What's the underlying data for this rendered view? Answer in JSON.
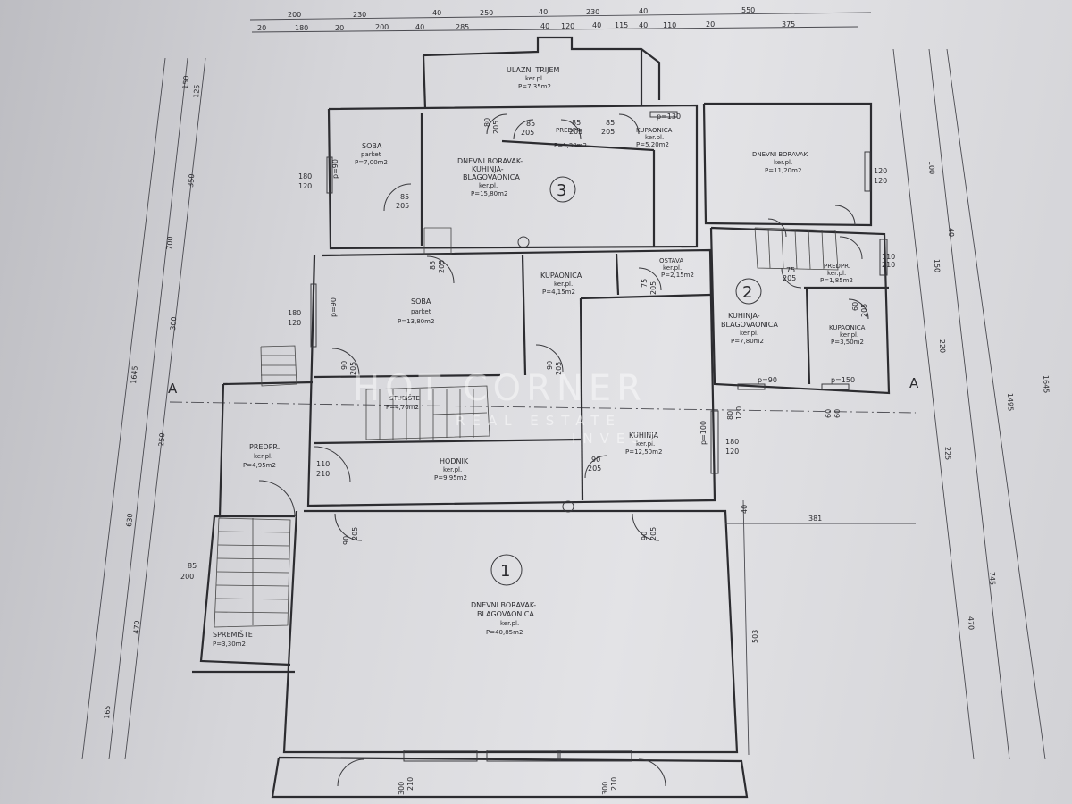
{
  "plan": {
    "section_marker": "A",
    "units": [
      "1",
      "2",
      "3"
    ],
    "watermark": {
      "brand": "HOT CORNER",
      "tagline": "REAL ESTATE",
      "sub": "INVEST"
    }
  },
  "rooms": {
    "ulazni_trijem": {
      "name": "ULAZNI TRIJEM",
      "floor": "ker.pl.",
      "area": "P=7,35m2"
    },
    "soba_top": {
      "name": "SOBA",
      "floor": "parket",
      "area": "P=7,00m2"
    },
    "dnevni_3": {
      "name": "DNEVNI BORAVAK-",
      "name2": "KUHINJA-",
      "name3": "BLAGOVAONICA",
      "floor": "ker.pl.",
      "area": "P=15,80m2"
    },
    "predpr_3": {
      "name": "PREDPR.",
      "area": "P=1,30m2"
    },
    "kupaonica_3": {
      "name": "KUPAONICA",
      "floor": "ker.pl.",
      "area": "P=5,20m2"
    },
    "dnevni_2": {
      "name": "DNEVNI BORAVAK",
      "floor": "ker.pl.",
      "area": "P=11,20m2"
    },
    "soba_mid": {
      "name": "SOBA",
      "floor": "parket",
      "area": "P=13,80m2"
    },
    "kupaonica_mid": {
      "name": "KUPAONICA",
      "floor": "ker.pl.",
      "area": "P=4,15m2"
    },
    "ostava": {
      "name": "OSTAVA",
      "floor": "ker.pl.",
      "area": "P=2,15m2"
    },
    "predpr_2": {
      "name": "PREDPR.",
      "floor": "ker.pl.",
      "area": "P=1,85m2"
    },
    "kuhinja_2": {
      "name": "KUHINJA-",
      "name2": "BLAGOVAONICA",
      "floor": "ker.pl.",
      "area": "P=7,80m2"
    },
    "kupaonica_2": {
      "name": "KUPAONICA",
      "floor": "ker.pl.",
      "area": "P=3,50m2"
    },
    "stubiste": {
      "name": "STUBIŠTE",
      "area": "P=4,70m2"
    },
    "kuhinja_1": {
      "name": "KUHINJA",
      "floor": "ker.pl.",
      "area": "P=12,50m2"
    },
    "predpr_1": {
      "name": "PREDPR.",
      "floor": "ker.pl.",
      "area": "P=4,95m2"
    },
    "hodnik": {
      "name": "HODNIK",
      "floor": "ker.pl.",
      "area": "P=9,95m2"
    },
    "dnevni_1": {
      "name": "DNEVNI BORAVAK-",
      "name2": "BLAGOVAONICA",
      "floor": "ker.pl.",
      "area": "P=40,85m2"
    },
    "spremiste": {
      "name": "SPREMIŠTE",
      "area": "P=3,30m2"
    }
  },
  "dims": {
    "top1": [
      "200",
      "230",
      "40",
      "250",
      "40",
      "230",
      "40",
      "550"
    ],
    "top2": [
      "20",
      "180",
      "20",
      "200",
      "40",
      "285",
      "40",
      "120",
      "40",
      "115",
      "40",
      "110",
      "20",
      "375"
    ],
    "right_outer": [
      "1645",
      "1495",
      "745"
    ],
    "left_outer": [
      "1645",
      "630",
      "165"
    ],
    "left_inner": [
      "700",
      "350",
      "300",
      "250",
      "470",
      "125",
      "150"
    ],
    "right_inner": [
      "100",
      "150",
      "220",
      "225",
      "470",
      "40"
    ],
    "doors": [
      "80",
      "205",
      "85",
      "205",
      "85",
      "205",
      "85",
      "205",
      "90",
      "205",
      "85",
      "205",
      "75",
      "205",
      "90",
      "205",
      "90",
      "205",
      "75",
      "205",
      "60",
      "205",
      "110",
      "210",
      "90",
      "205",
      "90",
      "205",
      "90",
      "205",
      "85",
      "200",
      "300",
      "210",
      "300",
      "210"
    ],
    "windows": [
      "180",
      "120",
      "180",
      "120",
      "120",
      "120",
      "110",
      "210",
      "80",
      "120",
      "60",
      "60",
      "180",
      "120",
      "p=90",
      "p=90",
      "p=90",
      "p=100",
      "p=150",
      "p=130",
      "100"
    ],
    "misc": [
      "381",
      "503",
      "40"
    ]
  },
  "colors": {
    "paper": "#dcdce0",
    "ink": "#2c2c30",
    "watermark": "#ffffff"
  }
}
